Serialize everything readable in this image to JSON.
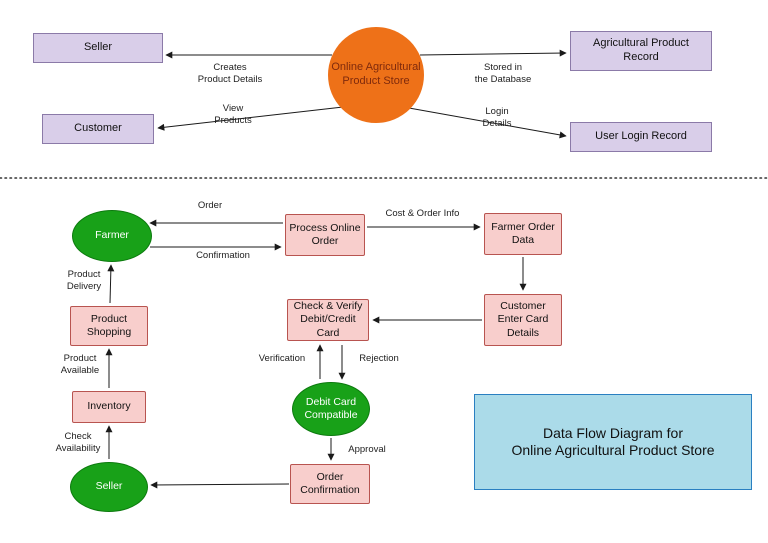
{
  "colors": {
    "lavender_fill": "#d9cee9",
    "lavender_border": "#8b7aa8",
    "orange_fill": "#ee7118",
    "orange_text": "#7f2a0c",
    "green_fill": "#18a118",
    "green_border": "#0c7a0e",
    "pink_fill": "#f8cecc",
    "pink_border": "#b85450",
    "blue_fill": "#abdbe9",
    "blue_border": "#2a7fc1"
  },
  "level0": {
    "process": "Online Agricultural\nProduct Store",
    "entities": {
      "seller": "Seller",
      "customer": "Customer",
      "agricultural_product_record": "Agricultural Product\nRecord",
      "user_login_record": "User Login  Record"
    },
    "flows": {
      "creates_product_details": "Creates\nProduct Details",
      "stored_in_the_database": "Stored in\nthe Database",
      "view_products": "View\nProducts",
      "login_details": "Login\nDetails"
    }
  },
  "level1": {
    "nodes": {
      "farmer": "Farmer",
      "process_online_order": "Process Online\nOrder",
      "farmer_order_data": "Farmer Order\nData",
      "customer_enter_card_details": "Customer\nEnter Card\nDetails",
      "check_verify_card": "Check & Verify\nDebit/Credit Card",
      "debit_card_compatible": "Debit Card\nCompatible",
      "order_confirmation": "Order\nConfirmation",
      "seller": "Seller",
      "inventory": "Inventory",
      "product_shopping": "Product\nShopping"
    },
    "flows": {
      "order": "Order",
      "confirmation": "Confirmation",
      "cost_order_info": "Cost & Order Info",
      "verification": "Verification",
      "rejection": "Rejection",
      "approval": "Approval",
      "check_availability": "Check\nAvailability",
      "product_available": "Product\nAvailable",
      "product_delivery": "Product\nDelivery"
    }
  },
  "caption": "Data Flow Diagram for\nOnline Agricultural Product Store"
}
